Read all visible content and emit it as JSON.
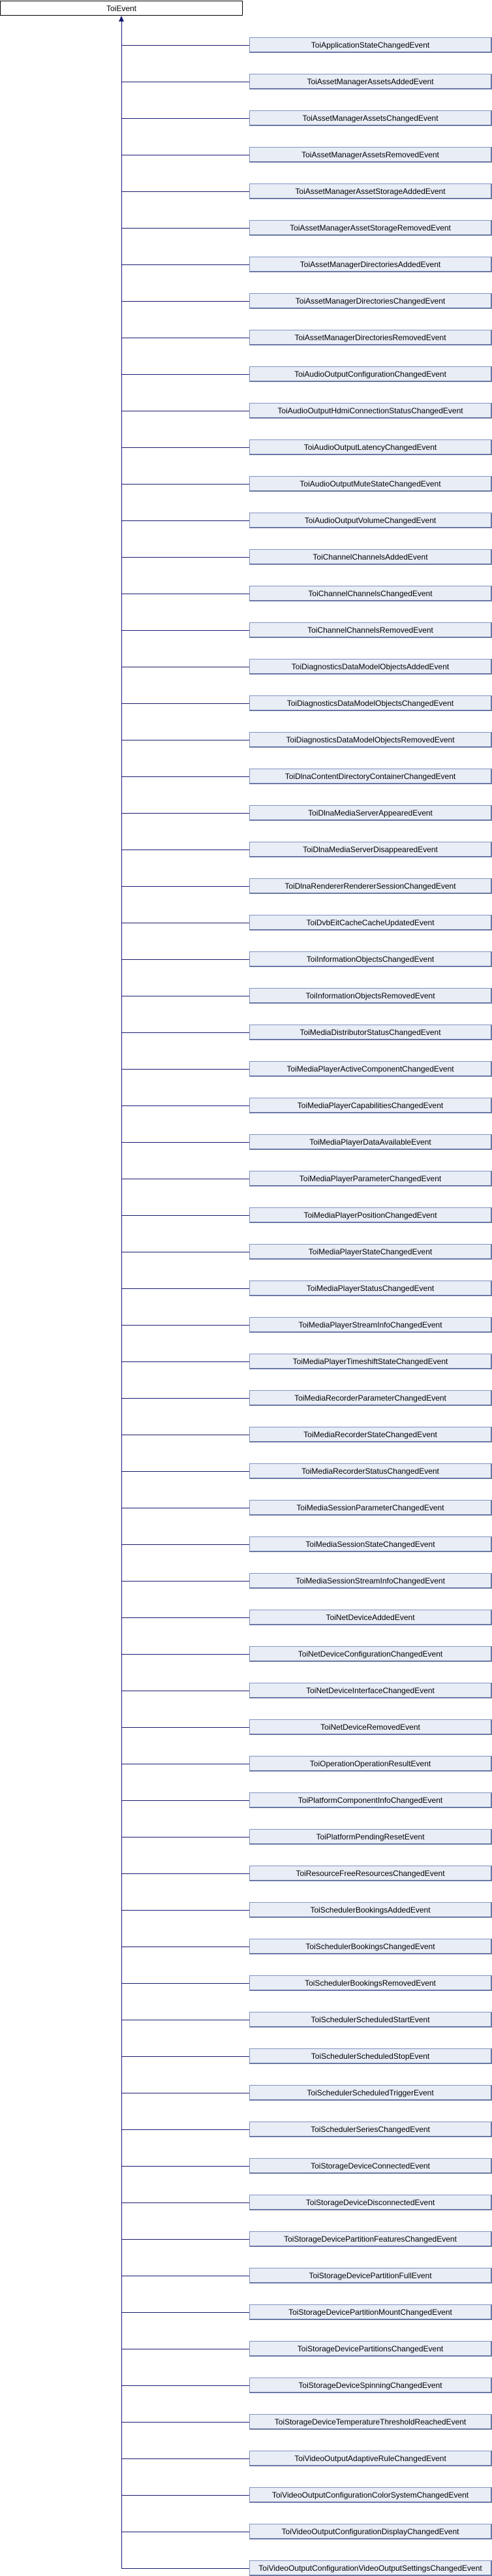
{
  "diagram": {
    "type": "class-inheritance-diagram",
    "base_class": "ToiEvent",
    "colors": {
      "line": "#191970",
      "node_fill": "#e8edf6",
      "node_border": "#8193c1",
      "node_shadow": "#6a78a5",
      "root_fill": "#ffffff",
      "root_border": "#000000",
      "text": "#000000"
    },
    "subclasses": [
      "ToiApplicationStateChangedEvent",
      "ToiAssetManagerAssetsAddedEvent",
      "ToiAssetManagerAssetsChangedEvent",
      "ToiAssetManagerAssetsRemovedEvent",
      "ToiAssetManagerAssetStorageAddedEvent",
      "ToiAssetManagerAssetStorageRemovedEvent",
      "ToiAssetManagerDirectoriesAddedEvent",
      "ToiAssetManagerDirectoriesChangedEvent",
      "ToiAssetManagerDirectoriesRemovedEvent",
      "ToiAudioOutputConfigurationChangedEvent",
      "ToiAudioOutputHdmiConnectionStatusChangedEvent",
      "ToiAudioOutputLatencyChangedEvent",
      "ToiAudioOutputMuteStateChangedEvent",
      "ToiAudioOutputVolumeChangedEvent",
      "ToiChannelChannelsAddedEvent",
      "ToiChannelChannelsChangedEvent",
      "ToiChannelChannelsRemovedEvent",
      "ToiDiagnosticsDataModelObjectsAddedEvent",
      "ToiDiagnosticsDataModelObjectsChangedEvent",
      "ToiDiagnosticsDataModelObjectsRemovedEvent",
      "ToiDlnaContentDirectoryContainerChangedEvent",
      "ToiDlnaMediaServerAppearedEvent",
      "ToiDlnaMediaServerDisappearedEvent",
      "ToiDlnaRendererRendererSessionChangedEvent",
      "ToiDvbEitCacheCacheUpdatedEvent",
      "ToiInformationObjectsChangedEvent",
      "ToiInformationObjectsRemovedEvent",
      "ToiMediaDistributorStatusChangedEvent",
      "ToiMediaPlayerActiveComponentChangedEvent",
      "ToiMediaPlayerCapabilitiesChangedEvent",
      "ToiMediaPlayerDataAvailableEvent",
      "ToiMediaPlayerParameterChangedEvent",
      "ToiMediaPlayerPositionChangedEvent",
      "ToiMediaPlayerStateChangedEvent",
      "ToiMediaPlayerStatusChangedEvent",
      "ToiMediaPlayerStreamInfoChangedEvent",
      "ToiMediaPlayerTimeshiftStateChangedEvent",
      "ToiMediaRecorderParameterChangedEvent",
      "ToiMediaRecorderStateChangedEvent",
      "ToiMediaRecorderStatusChangedEvent",
      "ToiMediaSessionParameterChangedEvent",
      "ToiMediaSessionStateChangedEvent",
      "ToiMediaSessionStreamInfoChangedEvent",
      "ToiNetDeviceAddedEvent",
      "ToiNetDeviceConfigurationChangedEvent",
      "ToiNetDeviceInterfaceChangedEvent",
      "ToiNetDeviceRemovedEvent",
      "ToiOperationOperationResultEvent",
      "ToiPlatformComponentInfoChangedEvent",
      "ToiPlatformPendingResetEvent",
      "ToiResourceFreeResourcesChangedEvent",
      "ToiSchedulerBookingsAddedEvent",
      "ToiSchedulerBookingsChangedEvent",
      "ToiSchedulerBookingsRemovedEvent",
      "ToiSchedulerScheduledStartEvent",
      "ToiSchedulerScheduledStopEvent",
      "ToiSchedulerScheduledTriggerEvent",
      "ToiSchedulerSeriesChangedEvent",
      "ToiStorageDeviceConnectedEvent",
      "ToiStorageDeviceDisconnectedEvent",
      "ToiStorageDevicePartitionFeaturesChangedEvent",
      "ToiStorageDevicePartitionFullEvent",
      "ToiStorageDevicePartitionMountChangedEvent",
      "ToiStorageDevicePartitionsChangedEvent",
      "ToiStorageDeviceSpinningChangedEvent",
      "ToiStorageDeviceTemperatureThresholdReachedEvent",
      "ToiVideoOutputAdaptiveRuleChangedEvent",
      "ToiVideoOutputConfigurationColorSystemChangedEvent",
      "ToiVideoOutputConfigurationDisplayChangedEvent",
      "ToiVideoOutputConfigurationVideoOutputSettingsChangedEvent"
    ]
  }
}
